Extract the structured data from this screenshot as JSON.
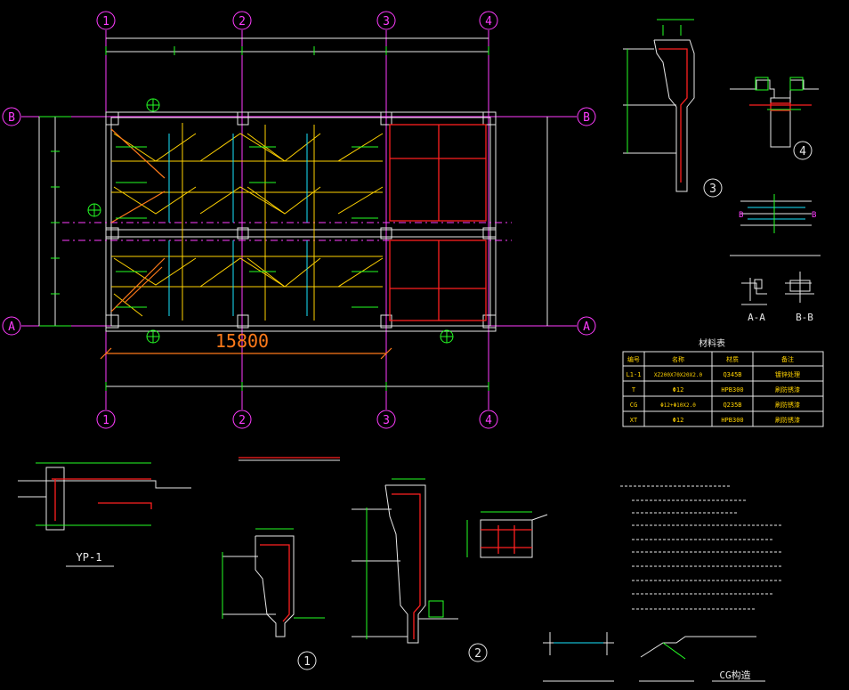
{
  "colors": {
    "background": "#000000",
    "axis": "#ff3cff",
    "outline": "#e8e8e8",
    "beam": "#ffd200",
    "dimension": "#25ff25",
    "rebar": "#ff2020",
    "cyan": "#19e6ff",
    "orange": "#ff7a1a"
  },
  "plan": {
    "grid_columns": [
      "1",
      "2",
      "3",
      "4"
    ],
    "grid_rows": [
      "B",
      "A"
    ],
    "overall_dimension": "15800"
  },
  "sections": {
    "section_a": "A-A",
    "section_b": "B-B",
    "detail_1": "1",
    "detail_2": "2",
    "detail_3": "3",
    "detail_4": "4",
    "yp_label": "YP-1",
    "cg_label": "CG构造"
  },
  "materials_table": {
    "title": "材料表",
    "headers": [
      "编号",
      "名称",
      "材质",
      "备注"
    ],
    "rows": [
      [
        "L1-1",
        "XZ200X70X20X2.0",
        "Q345B",
        "镀锌处理"
      ],
      [
        "T",
        "Φ12",
        "HPB300",
        "刷防锈漆"
      ],
      [
        "CG",
        "Φ12+Φ10X2.0",
        "Q235B",
        "刷防锈漆"
      ],
      [
        "XT",
        "Φ12",
        "HPB300",
        "刷防锈漆"
      ]
    ]
  }
}
